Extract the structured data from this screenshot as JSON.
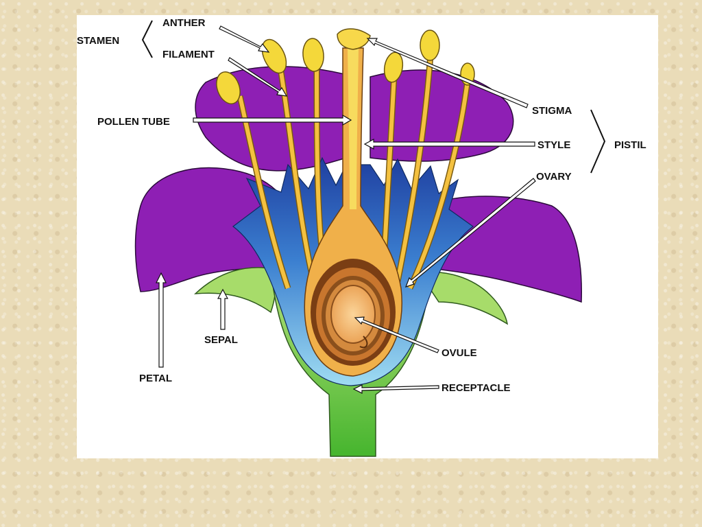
{
  "diagram": {
    "labels": {
      "stamen": "STAMEN",
      "anther": "ANTHER",
      "filament": "FILAMENT",
      "pollen_tube": "POLLEN TUBE",
      "stigma": "STIGMA",
      "style": "STYLE",
      "pistil": "PISTIL",
      "ovary": "OVARY",
      "ovule": "OVULE",
      "receptacle": "RECEPTACLE",
      "sepal": "SEPAL",
      "petal": "PETAL"
    },
    "colors": {
      "petal": "#8e1fb4",
      "sepal": "#7bc742",
      "receptacle": "#8ad4ee",
      "stamen": "#f4d83a",
      "ovary": "#f0b04a",
      "ovule_ring": "#8a4f1c"
    }
  }
}
